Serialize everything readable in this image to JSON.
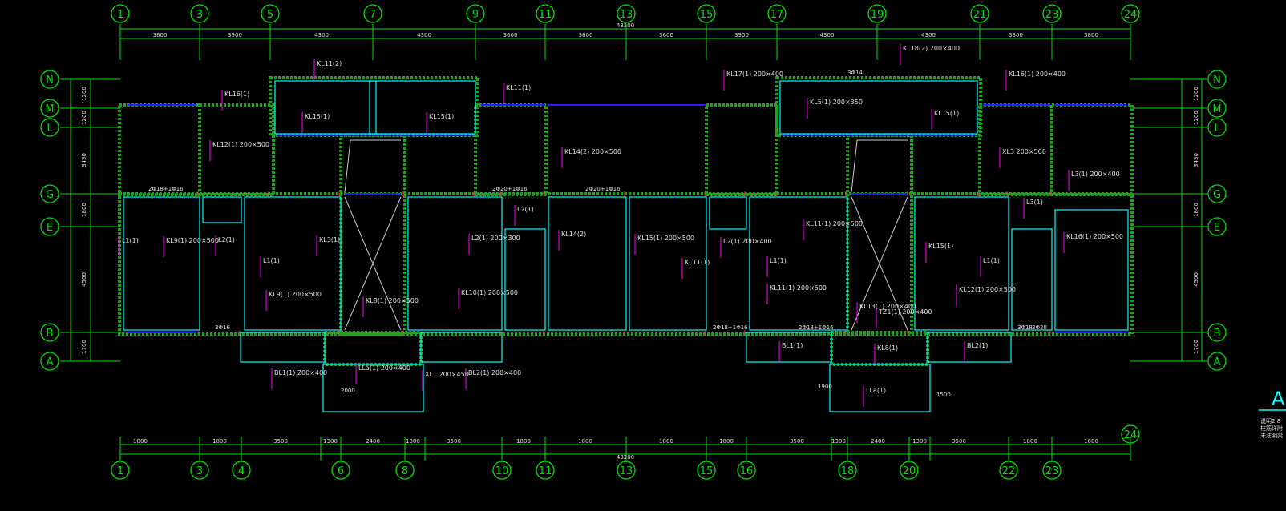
{
  "drawing": {
    "background": "#000000",
    "colors": {
      "grid": "#00e000",
      "wall": "#00ffff",
      "hatch": "#1fa11f",
      "beam": "#2020ff",
      "leader": "#ff00ff",
      "note": "#e0e0e0",
      "rebar": "#ff3030"
    },
    "top_axes": [
      "1",
      "3",
      "5",
      "7",
      "9",
      "11",
      "13",
      "15",
      "17",
      "19",
      "21",
      "23",
      "24"
    ],
    "bottom_axes": [
      "1",
      "3",
      "4",
      "6",
      "8",
      "10",
      "11",
      "13",
      "15",
      "16",
      "18",
      "20",
      "22",
      "23"
    ],
    "right_bottom_axis": "24",
    "left_axes": [
      "N",
      "M",
      "L",
      "G",
      "E",
      "B",
      "A"
    ],
    "right_axes": [
      "N",
      "M",
      "L",
      "G",
      "E",
      "B",
      "A"
    ],
    "top_dims": [
      "3800",
      "3900",
      "4300",
      "4300",
      "3600",
      "3600",
      "3600",
      "3900",
      "4300",
      "4300",
      "3800",
      "3800"
    ],
    "top_total": "43200",
    "bottom_dims": [
      "1800",
      "1800",
      "3500",
      "1300",
      "2400",
      "1300",
      "3500",
      "1800",
      "1800",
      "1800",
      "1800",
      "3500",
      "1300",
      "2400",
      "1300",
      "3500",
      "1800",
      "1800"
    ],
    "bottom_total": "43200",
    "left_dims": [
      "1200",
      "1200",
      "3430",
      "1800",
      "4500",
      "1700"
    ],
    "right_dims": [
      "1200",
      "1200",
      "3430",
      "1800",
      "4500",
      "1700"
    ],
    "corner_mark": "A",
    "corner_notes": [
      "说明2.8",
      "柱筋详附",
      "未注明梁"
    ],
    "labels": [
      "KL11(2)",
      "KL16(1)",
      "KL15(1)",
      "KL15(1)",
      "KL11(1)",
      "KL17(1) 200×400",
      "KL18(2) 200×400",
      "KL16(1) 200×400",
      "KL5(1) 200×350",
      "KL15(1)",
      "KL12(1) 200×500",
      "KL14(2) 200×500",
      "XL3 200×500",
      "L3(1) 200×400",
      "KL11(1) 200×500",
      "L2(1)",
      "L2(1)",
      "L2(1) 200×400",
      "L2(1) 200×300",
      "L3(1)",
      "L1(1)",
      "L1(1)",
      "L1(1)",
      "L1(1)",
      "KL3(1)",
      "KL9(1) 200×500",
      "KL8(1) 200×500",
      "KL10(1) 200×500",
      "KL11(1) 200×500",
      "KL12(1) 200×500",
      "KL13(1) 200×400",
      "KL14(2)",
      "KL15(1) 200×500",
      "KL15(1)",
      "KL16(1) 200×500",
      "KL9(1) 200×500",
      "KL11(1)",
      "BL1(1) 200×400",
      "BL2(1) 200×400",
      "BL1(1)",
      "BL2(1)",
      "LLa(1) 200×400",
      "LLa(1)",
      "XL1 200×450",
      "KL8(1)",
      "TZ1(1) 200×400"
    ],
    "small_text": [
      "2Φ18+1Φ16",
      "2Φ20+1Φ16",
      "2Φ20+1Φ16",
      "2Φ18+1Φ16",
      "2Φ18+1Φ16",
      "3Φ16",
      "3Φ18",
      "3Φ20",
      "3Φ14",
      "2000",
      "1900",
      "1500"
    ]
  }
}
